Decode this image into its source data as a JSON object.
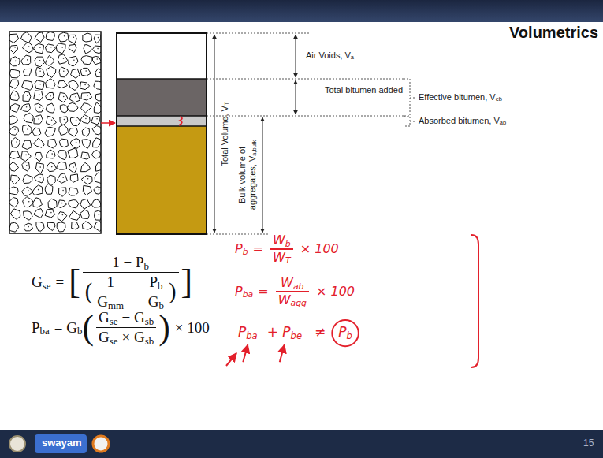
{
  "diagram": {
    "title": "Volumetrics",
    "labels": [
      "Air Voids, V",
      "a",
      "Total bitumen added",
      "Effective bitumen, V",
      "eb",
      "Absorbed bitumen, V",
      "ab",
      "Total Volume, V",
      "T",
      "Bulk volume of",
      "aggregates, V",
      "a,bulk",
      "G",
      "se",
      "=",
      "[",
      "1 − P",
      "b",
      "(",
      "1",
      "G",
      "mm",
      "−",
      "P",
      "b",
      "G",
      "b",
      ")",
      "]",
      "P",
      "ba",
      "= G",
      "b",
      "(",
      "G",
      "se",
      "− G",
      "sb",
      "G",
      "se",
      "× G",
      "sb",
      ")",
      "× 100",
      "P",
      "b",
      "=",
      "W",
      "b",
      "W",
      "T",
      "× 100",
      "P",
      "ba",
      "=",
      "W",
      "ab",
      "W",
      "agg",
      "× 100",
      "P",
      "ba",
      "+ P",
      "be",
      "≠",
      "P",
      "b",
      "swayam",
      "15"
    ]
  }
}
